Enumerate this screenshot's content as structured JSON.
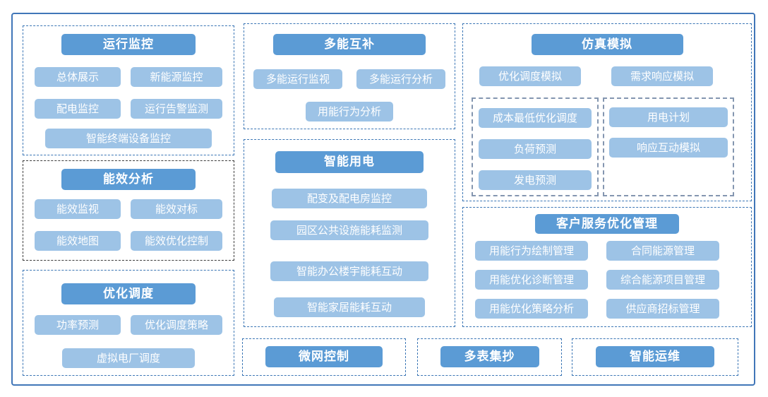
{
  "palette": {
    "header_fill": "#5B9BD5",
    "item_fill": "#9DC3E6",
    "outer_border": "#4076B8",
    "dash_blue": "#3B76B5",
    "dash_dark": "#3A3A3A",
    "dash_slate": "#8496B0",
    "text_color": "#FFFFFF"
  },
  "sections": {
    "operation_monitoring": {
      "title": "运行监控",
      "items": [
        "总体展示",
        "新能源监控",
        "配电监控",
        "运行告警监测",
        "智能终端设备监控"
      ]
    },
    "energy_efficiency_analysis": {
      "title": "能效分析",
      "items": [
        "能效监视",
        "能效对标",
        "能效地图",
        "能效优化控制"
      ]
    },
    "optimal_dispatch": {
      "title": "优化调度",
      "items": [
        "功率预测",
        "优化调度策略",
        "虚拟电厂调度"
      ]
    },
    "multi_energy_complementary": {
      "title": "多能互补",
      "items": [
        "多能运行监视",
        "多能运行分析",
        "用能行为分析"
      ]
    },
    "smart_power_use": {
      "title": "智能用电",
      "items": [
        "配变及配电房监控",
        "园区公共设施能耗监测",
        "智能办公楼宇能耗互动",
        "智能家居能耗互动"
      ]
    },
    "simulation": {
      "title": "仿真模拟",
      "items": [
        "优化调度模拟",
        "需求响应模拟"
      ],
      "sub_left": [
        "成本最低优化调度",
        "负荷预测",
        "发电预测"
      ],
      "sub_right": [
        "用电计划",
        "响应互动模拟"
      ]
    },
    "customer_service_management": {
      "title": "客户服务优化管理",
      "items_left": [
        "用能行为绘制管理",
        "用能优化诊断管理",
        "用能优化策略分析"
      ],
      "items_right": [
        "合同能源管理",
        "综合能源项目管理",
        "供应商招标管理"
      ]
    },
    "microgrid_control": {
      "title": "微网控制"
    },
    "multi_meter_reading": {
      "title": "多表集抄"
    },
    "smart_operation_maintenance": {
      "title": "智能运维"
    }
  }
}
